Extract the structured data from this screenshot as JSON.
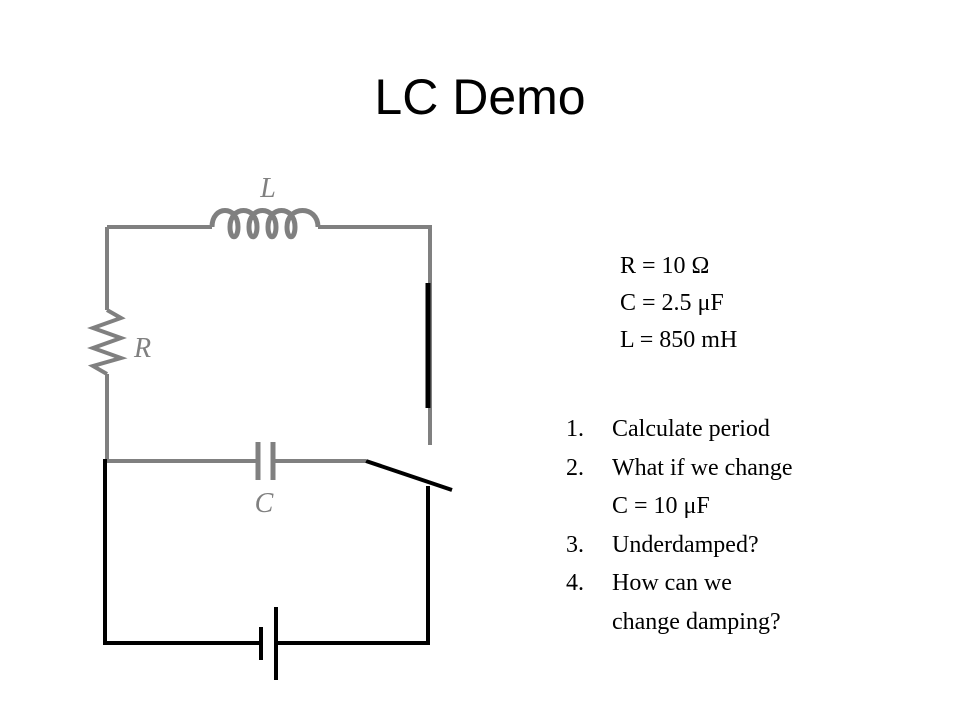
{
  "slide": {
    "title": "LC Demo"
  },
  "diagram": {
    "labels": {
      "inductor": "L",
      "resistor": "R",
      "capacitor": "C"
    },
    "colors": {
      "lc_loop": "#808080",
      "battery_loop": "#000000"
    }
  },
  "parameters": [
    {
      "text": "R = 10 Ω"
    },
    {
      "text": "C = 2.5 μF"
    },
    {
      "text": "L = 850 mH"
    }
  ],
  "tasks": [
    {
      "number": "1.",
      "lines": [
        "Calculate period"
      ]
    },
    {
      "number": "2.",
      "lines": [
        "What if we change",
        "C = 10 μF"
      ]
    },
    {
      "number": "3.",
      "lines": [
        "Underdamped?"
      ]
    },
    {
      "number": "4.",
      "lines": [
        "How can we",
        "change damping?"
      ]
    }
  ]
}
